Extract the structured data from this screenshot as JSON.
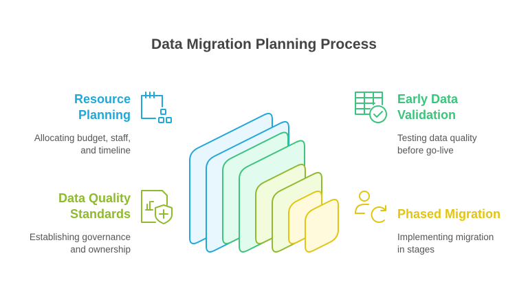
{
  "title": "Data Migration Planning Process",
  "colors": {
    "blue": "#1fa8d8",
    "green": "#3cc47c",
    "lime": "#8fba2e",
    "yellow": "#e2c512"
  },
  "items": [
    {
      "heading_lines": [
        "Resource",
        "Planning"
      ],
      "description_lines": [
        "Allocating budget, staff,",
        "and timeline"
      ],
      "icon": "calendar-blocks-icon"
    },
    {
      "heading_lines": [
        "Data Quality",
        "Standards"
      ],
      "description_lines": [
        "Establishing governance",
        "and ownership"
      ],
      "icon": "document-chart-shield-icon"
    },
    {
      "heading_lines": [
        "Early Data",
        "Validation"
      ],
      "description_lines": [
        "Testing data quality",
        "before go-live"
      ],
      "icon": "table-check-icon"
    },
    {
      "heading_lines": [
        "Phased Migration"
      ],
      "description_lines": [
        "Implementing migration",
        "in stages"
      ],
      "icon": "user-refresh-icon"
    }
  ]
}
